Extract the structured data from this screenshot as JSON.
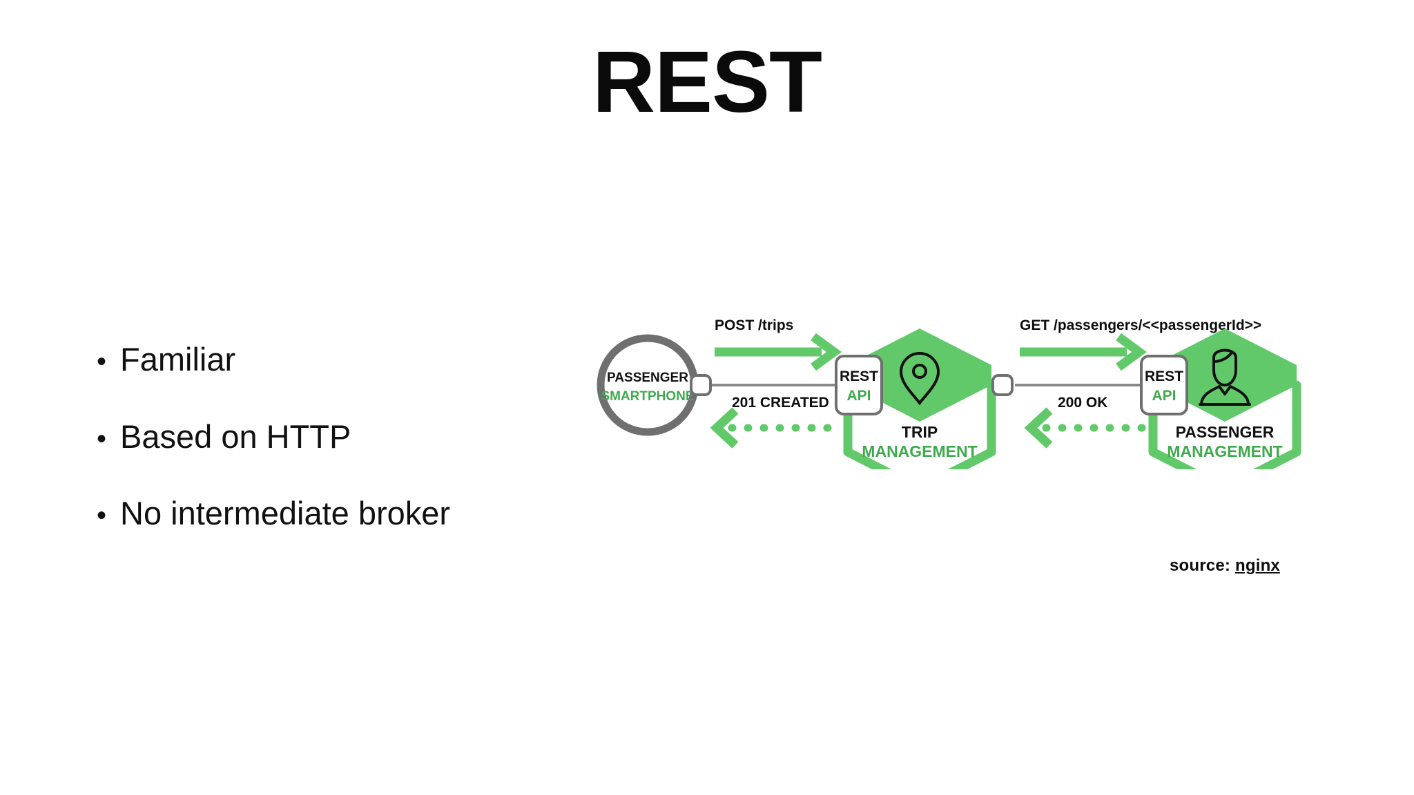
{
  "slide": {
    "title": "REST",
    "bullets": [
      {
        "marker": "•",
        "text": "Familiar"
      },
      {
        "marker": "•",
        "text": "Based on HTTP"
      },
      {
        "marker": "•",
        "text": "No intermediate broker"
      }
    ]
  },
  "diagram": {
    "client": {
      "line1": "PASSENGER",
      "line2": "SMARTPHONE"
    },
    "request_labels": {
      "first": "POST /trips",
      "second": "GET /passengers/<<passengerId>>"
    },
    "response_labels": {
      "first": "201 CREATED",
      "second": "200 OK"
    },
    "services": [
      {
        "api_line1": "REST",
        "api_line2": "API",
        "name_line1": "TRIP",
        "name_line2": "MANAGEMENT",
        "icon": "location-pin-icon"
      },
      {
        "api_line1": "REST",
        "api_line2": "API",
        "name_line1": "PASSENGER",
        "name_line2": "MANAGEMENT",
        "icon": "person-icon"
      }
    ]
  },
  "attribution": {
    "prefix": "source:",
    "link_text": "nginx"
  },
  "colors": {
    "green_fill": "#62c96a",
    "green_stroke": "#5ec863",
    "green_text": "#3faa4d",
    "gray_circle": "#6f6f6f",
    "gray_line": "#8a8a8a",
    "box_border": "#6f6f6f",
    "text_black": "#111111",
    "background": "#ffffff"
  }
}
